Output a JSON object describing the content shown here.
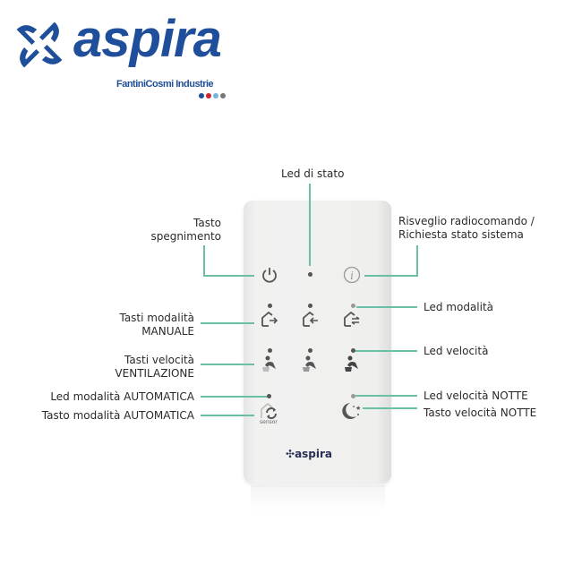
{
  "logo": {
    "brand": "aspira",
    "sub": "FantiniCosmi Industrie",
    "remote_brand": "aspira",
    "color": "#1f4e9a"
  },
  "line_color": "#6cbfa7",
  "labels": {
    "led_stato": "Led di stato",
    "tasto_spegnimento": [
      "Tasto",
      "spegnimento"
    ],
    "risveglio": [
      "Risveglio radiocomando /",
      "Richiesta stato sistema"
    ],
    "tasti_manuale": [
      "Tasti modalità",
      "MANUALE"
    ],
    "led_modalita": "Led modalità",
    "tasti_velocita": [
      "Tasti velocità",
      "VENTILAZIONE"
    ],
    "led_velocita": "Led velocità",
    "led_auto": "Led modalità AUTOMATICA",
    "tasto_auto": "Tasto modalità AUTOMATICA",
    "led_notte": "Led velocità NOTTE",
    "tasto_notte": "Tasto velocità NOTTE"
  },
  "remote": {
    "sensor_label": "sensor"
  }
}
